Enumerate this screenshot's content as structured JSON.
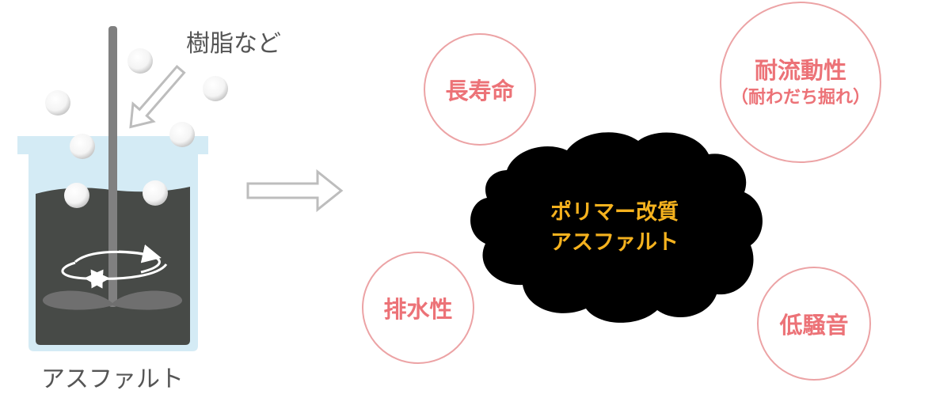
{
  "beaker": {
    "caption": "アスファルト",
    "additive_label": "樹脂など"
  },
  "result": {
    "line1": "ポリマー改質",
    "line2": "アスファルト"
  },
  "properties": [
    {
      "label": "長寿命",
      "sub": ""
    },
    {
      "label": "耐流動性",
      "sub": "（耐わだち掘れ）"
    },
    {
      "label": "排水性",
      "sub": ""
    },
    {
      "label": "低騒音",
      "sub": ""
    }
  ],
  "colors": {
    "circle_stroke": "#eca3a5",
    "circle_text": "#ec7277",
    "result_text": "#f5b21e",
    "asphalt": "#474a47",
    "beaker_glass": "#d4ebf5",
    "arrow_stroke": "#bdbdbd"
  }
}
